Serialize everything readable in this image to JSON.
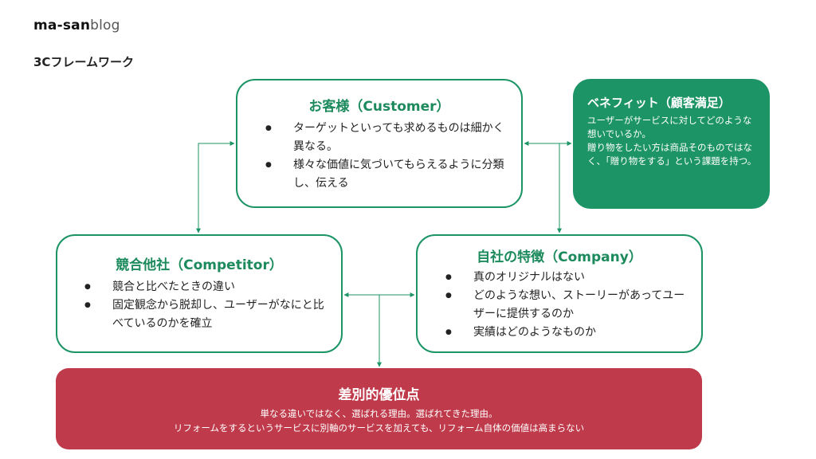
{
  "brand": {
    "bold": "ma-san",
    "light": "blog"
  },
  "page_title": "3Cフレームワーク",
  "customer": {
    "title": "お客様（Customer）",
    "items": [
      "ターゲットといっても求めるものは細かく異なる。",
      "様々な価値に気づいてもらえるように分類し、伝える"
    ]
  },
  "benefit": {
    "title": "ベネフィット（顧客満足）",
    "paragraphs": [
      "ユーザーがサービスに対してどのような想いでいるか。",
      "贈り物をしたい方は商品そのものではなく、「贈り物をする」という課題を持つ。"
    ]
  },
  "competitor": {
    "title": "競合他社（Competitor）",
    "items": [
      "競合と比べたときの違い",
      "固定観念から脱却し、ユーザーがなにと比べているのかを確立"
    ]
  },
  "company": {
    "title": "自社の特徴（Company）",
    "items": [
      "真のオリジナルはない",
      "どのような想い、ストーリーがあってユーザーに提供するのか",
      "実績はどのようなものか"
    ]
  },
  "differentiation": {
    "title": "差別的優位点",
    "lines": [
      "単なる違いではなく、選ばれる理由。選ばれてきた理由。",
      "リフォームをするというサービスに別軸のサービスを加えても、リフォーム自体の価値は高まらない"
    ]
  },
  "colors": {
    "green": "#1c9466",
    "red": "#bf3a4a"
  }
}
